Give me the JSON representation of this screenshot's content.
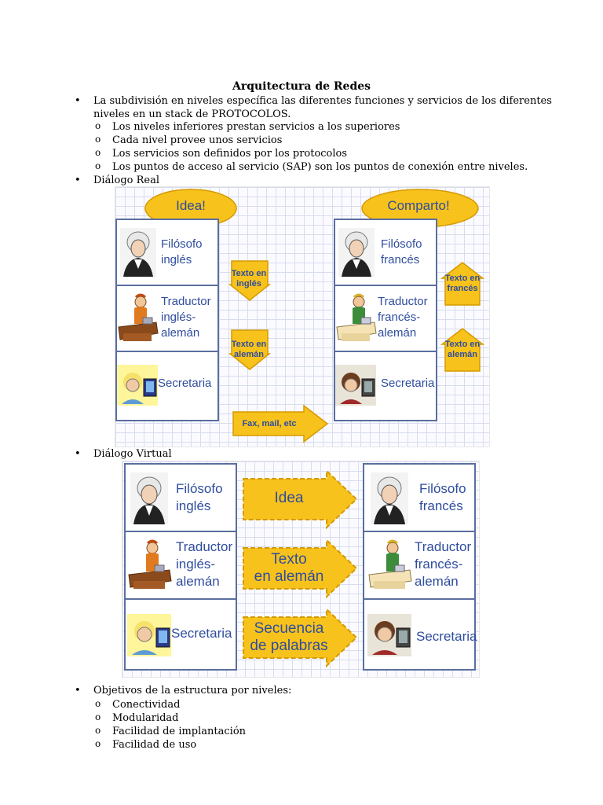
{
  "title": "Arquitectura de Redes",
  "intro": {
    "bullet": "•",
    "line1": "La subdivisión en niveles específica las diferentes funciones y servicios de los diferentes",
    "line2": "niveles en un stack de PROTOCOLOS."
  },
  "subpoints": [
    "Los niveles inferiores prestan servicios a los superiores",
    "Cada nivel provee unos servicios",
    "Los servicios son definidos por los protocolos",
    "Los puntos de acceso al servicio (SAP) son los puntos de conexión entre niveles."
  ],
  "sub_bullet": "o",
  "dialogo_real": {
    "label": "Diálogo Real",
    "cloud_left": "Idea!",
    "cloud_right": "Comparto!",
    "left": [
      "Filósofo\ninglés",
      "Traductor\ninglés-\nalemán",
      "Secretaria"
    ],
    "right": [
      "Filósofo\nfrancés",
      "Traductor\nfrancés-\nalemán",
      "Secretaria"
    ],
    "arrow_down_1": "Texto en\ninglés",
    "arrow_down_2": "Texto en\nalemán",
    "arrow_up_1": "Texto en\nfrancés",
    "arrow_up_2": "Texto en\nalemán",
    "bottom_arrow": "Fax, mail, etc"
  },
  "dialogo_virtual": {
    "label": "Diálogo Virtual",
    "left": [
      "Filósofo\ninglés",
      "Traductor\ninglés-\nalemán",
      "Secretaria"
    ],
    "right": [
      "Filósofo\nfrancés",
      "Traductor\nfrancés-\nalemán",
      "Secretaria"
    ],
    "arrows": [
      "Idea",
      "Texto\nen alemán",
      "Secuencia\nde palabras"
    ]
  },
  "objetivos": {
    "label": "Objetivos de la estructura por niveles:",
    "items": [
      "Conectividad",
      "Modularidad",
      "Facilidad de implantación",
      "Facilidad de uso"
    ]
  },
  "colors": {
    "arrow": "#f7c21b",
    "arrow_edge": "#d59a00",
    "label": "#2f4d9e",
    "grid": "#d7dcef",
    "border": "#5a6ea0"
  },
  "icons": [
    "philosopher-portrait-icon",
    "translator-telephone-icon",
    "secretary-computer-icon"
  ]
}
